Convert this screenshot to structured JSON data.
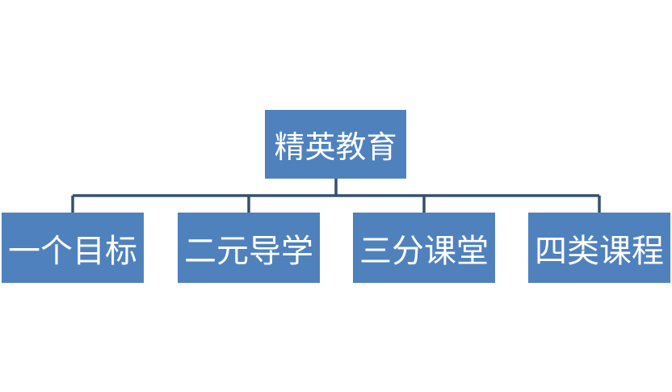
{
  "diagram": {
    "root": {
      "label": "精英教育"
    },
    "children": [
      {
        "label": "一个目标"
      },
      {
        "label": "二元导学"
      },
      {
        "label": "三分课堂"
      },
      {
        "label": "四类课程"
      }
    ]
  },
  "colors": {
    "node_fill": "#4f81bd",
    "node_text": "#ffffff",
    "connector": "#35506f",
    "background": "#ffffff"
  }
}
